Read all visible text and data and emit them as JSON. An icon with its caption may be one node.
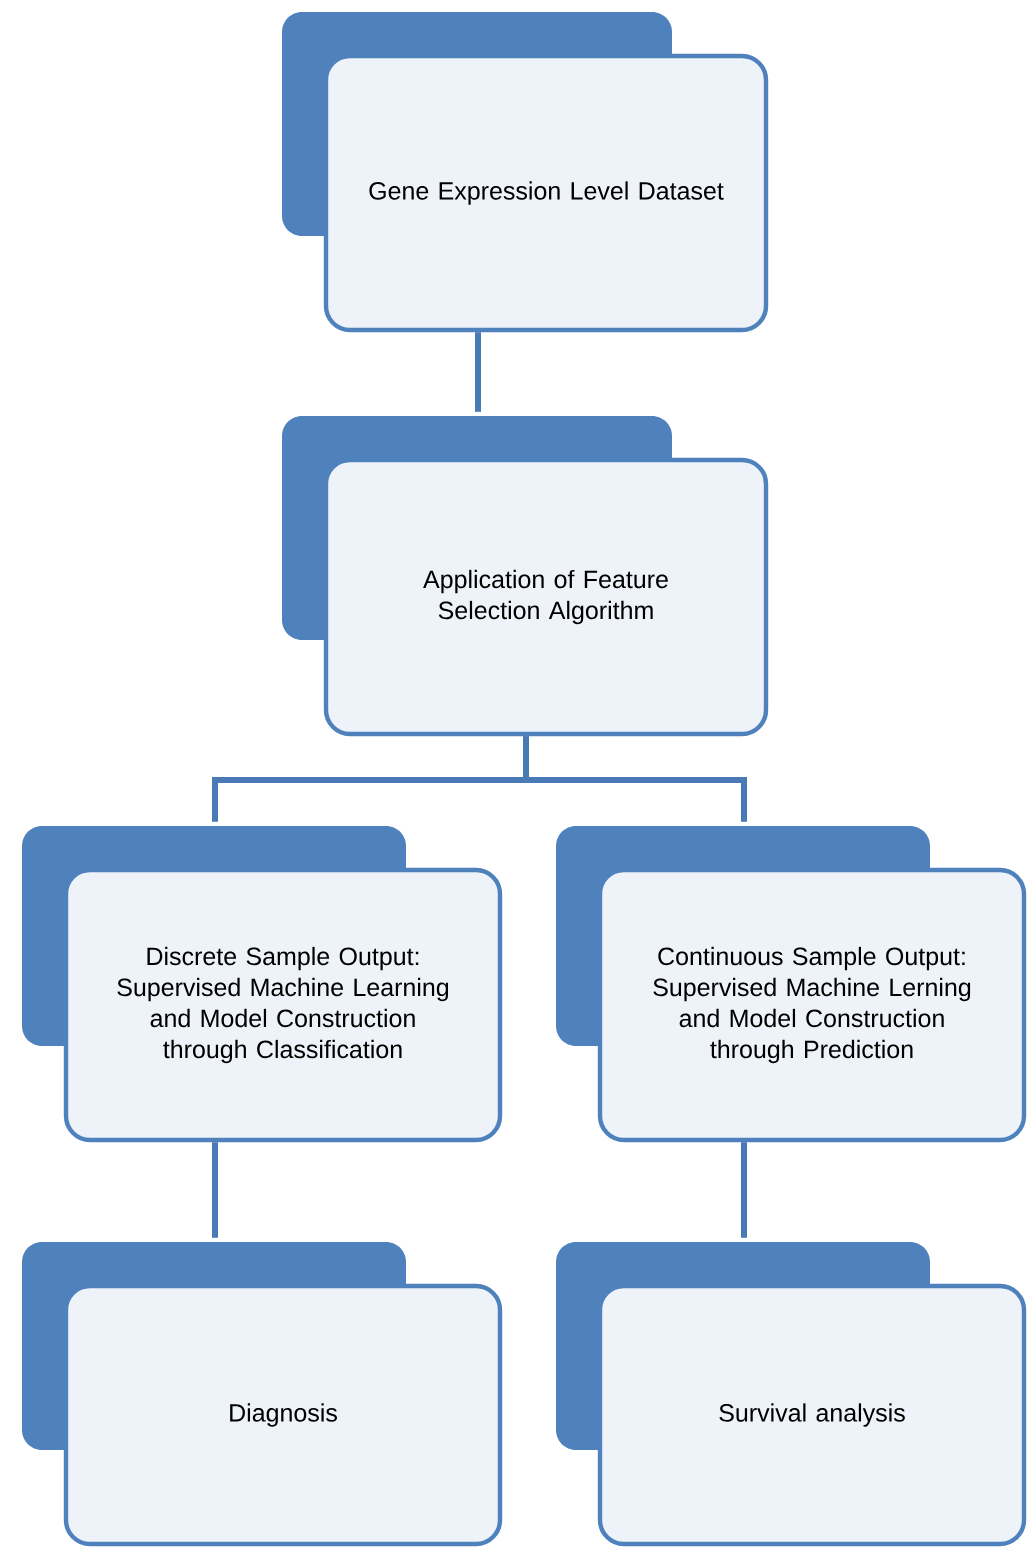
{
  "diagram": {
    "nodes": [
      {
        "text": [
          "Gene Expression Level Dataset"
        ]
      },
      {
        "text": [
          "Application of Feature Selection Algorithm"
        ]
      },
      {
        "text": [
          "Discrete Sample Output: Supervised Machine Learning and Model Construction through Classification"
        ]
      },
      {
        "text": [
          "Continuous Sample Output: Supervised Machine Lerning and Model Construction through Prediction"
        ]
      },
      {
        "text": [
          "Diagnosis"
        ]
      },
      {
        "text": [
          "Survival analysis"
        ]
      }
    ],
    "edges": [
      {
        "from": 0,
        "to": 1,
        "arrow": "none"
      },
      {
        "from": 1,
        "to": 2,
        "arrow": "none"
      },
      {
        "from": 1,
        "to": 3,
        "arrow": "none"
      },
      {
        "from": 2,
        "to": 4,
        "arrow": "none"
      },
      {
        "from": 3,
        "to": 5,
        "arrow": "none"
      }
    ]
  }
}
